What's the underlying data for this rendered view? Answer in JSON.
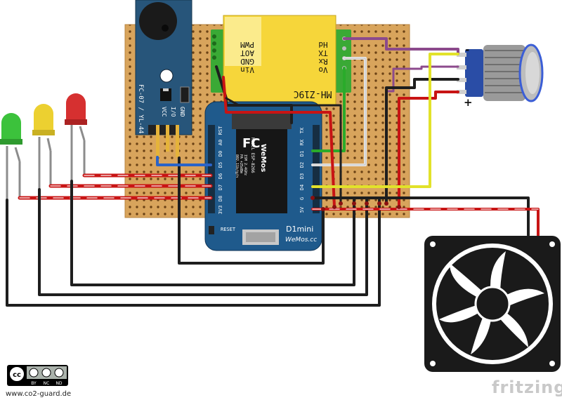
{
  "buzzer": {
    "label": "FC-07 / YL-44",
    "pins": [
      "VCC",
      "I/O",
      "GND"
    ]
  },
  "sensor": {
    "label": "MH-Z19C",
    "pins_left": [
      "PWM",
      "AOT",
      "GND",
      "Vin"
    ],
    "pins_right": [
      "Hd",
      "TX",
      "Rx",
      "Vo"
    ]
  },
  "board": {
    "name": "D1mini",
    "brand": "WeMos",
    "model": "MODEL ESP-8266",
    "module_lines": [
      "ISM 2.4GHz",
      "PA +25dBm",
      "802.11b/g/n"
    ],
    "brand_url": "WeMos.cc",
    "reset": "RESET",
    "pins_left": [
      "RST",
      "A0",
      "D0",
      "D5",
      "D6",
      "D7",
      "D8",
      "3V3"
    ],
    "pins_right": [
      "TX",
      "RX",
      "D1",
      "D2",
      "D3",
      "D4",
      "G",
      "5V"
    ]
  },
  "button": {
    "minus": "-",
    "plus": "+"
  },
  "license": {
    "cc": "cc",
    "by": "BY",
    "nc": "NC",
    "nd": "ND"
  },
  "footer": {
    "url": "www.co2-guard.de",
    "brand": "fritzing"
  },
  "colors": {
    "stripboard": "#d8a45c",
    "hole": "#5e3a12",
    "buzzer": "#27557a",
    "sensor": "#f6d63a",
    "sensor_connector": "#3aa935",
    "board": "#1f5a8c",
    "wire_red": "#c81414",
    "wire_black": "#1e1e1e",
    "wire_yellow": "#e2e22a",
    "wire_green": "#2aab2a",
    "wire_purple": "#8c4a8c",
    "wire_white": "#e8e8e8",
    "led_green": "#3cc23c",
    "led_yellow": "#ecd030",
    "led_red": "#d63030"
  }
}
